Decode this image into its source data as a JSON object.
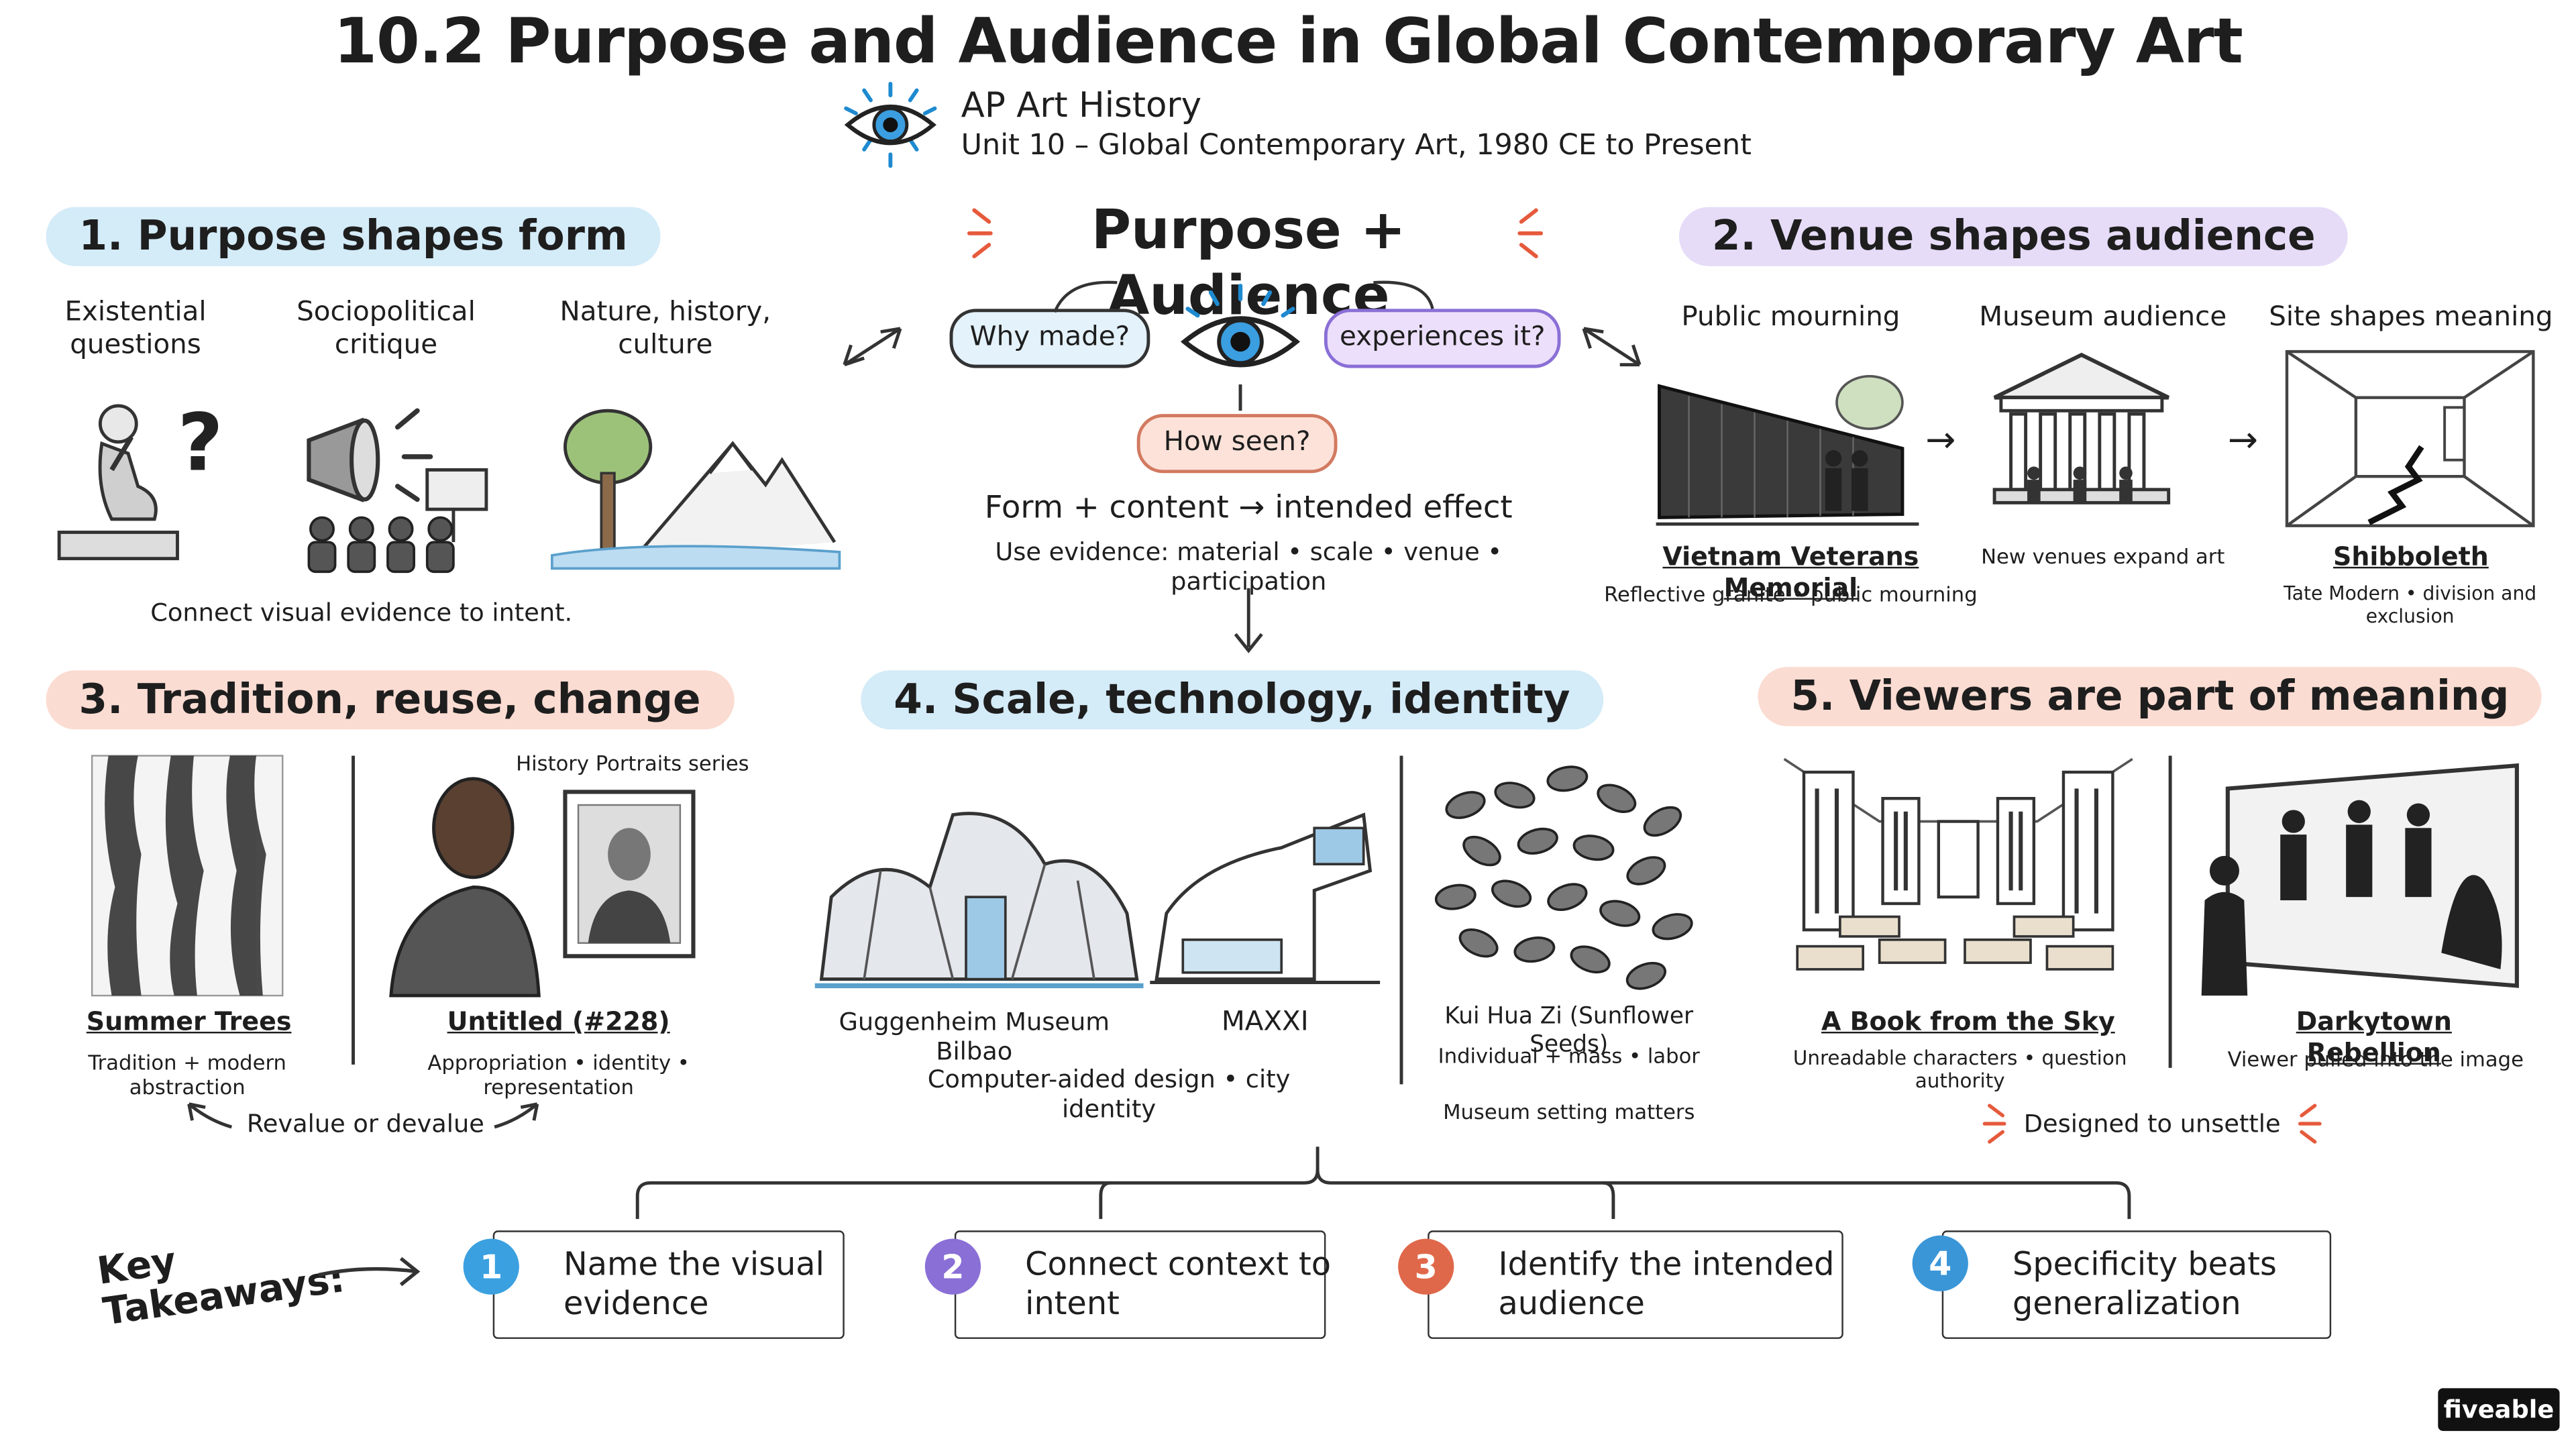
{
  "header": {
    "title": "10.2 Purpose and Audience in Global Contemporary Art",
    "course": "AP Art History",
    "unit": "Unit 10 – Global Contemporary Art, 1980 CE to Present"
  },
  "center": {
    "title": "Purpose + Audience",
    "why": "Why made?",
    "experiences": "experiences it?",
    "how": "How seen?",
    "formula": "Form + content → intended effect",
    "evidence": "Use evidence: material • scale • venue • participation"
  },
  "section1": {
    "heading": "1. Purpose shapes form",
    "items": [
      "Existential questions",
      "Sociopolitical critique",
      "Nature, history, culture"
    ],
    "note": "Connect visual evidence to intent."
  },
  "section2": {
    "heading": "2. Venue shapes audience",
    "labels": [
      "Public mourning",
      "Museum audience",
      "Site shapes meaning"
    ],
    "works": [
      {
        "title": "Vietnam Veterans Memorial",
        "note": "Reflective granite • public mourning"
      },
      {
        "title": "",
        "note": "New venues expand art"
      },
      {
        "title": "Shibboleth",
        "note": "Tate Modern • division and exclusion"
      }
    ]
  },
  "section3": {
    "heading": "3. Tradition, reuse, change",
    "series_label": "History Portraits series",
    "works": [
      {
        "title": "Summer Trees",
        "note": "Tradition + modern abstraction"
      },
      {
        "title": "Untitled (#228)",
        "note": "Appropriation • identity • representation"
      }
    ],
    "note": "Revalue or devalue"
  },
  "section4": {
    "heading": "4. Scale, technology, identity",
    "works": [
      {
        "title": "Guggenheim Museum Bilbao"
      },
      {
        "title": "MAXXI"
      },
      {
        "title": "Kui Hua Zi (Sunflower Seeds)",
        "note": "Individual + mass • labor"
      }
    ],
    "note": "Computer-aided design • city identity",
    "note2": "Museum setting matters"
  },
  "section5": {
    "heading": "5. Viewers are part of meaning",
    "works": [
      {
        "title": "A Book from the Sky",
        "note": "Unreadable characters • question authority"
      },
      {
        "title": "Darkytown Rebellion",
        "note": "Viewer pulled into the image"
      }
    ],
    "note": "Designed to unsettle"
  },
  "takeaways": {
    "label": "Key Takeaways:",
    "items": [
      {
        "num": "1",
        "text": "Name the visual evidence",
        "color": "#3aa0e0"
      },
      {
        "num": "2",
        "text": "Connect context to intent",
        "color": "#8a6fd6"
      },
      {
        "num": "3",
        "text": "Identify the intended audience",
        "color": "#e0684a"
      },
      {
        "num": "4",
        "text": "Specificity beats generalization",
        "color": "#3b96d8"
      }
    ]
  },
  "logo": "fiveable",
  "colors": {
    "blue": "#d4ebf8",
    "purple": "#e6dcf8",
    "peach": "#fbdcd2",
    "eye": "#1e8ad0"
  },
  "icons": [
    "eye-icon",
    "thinker-icon",
    "megaphone-icon",
    "tree-mountain-icon",
    "memorial-wall-icon",
    "museum-icon",
    "crack-room-icon",
    "ink-trees-icon",
    "portrait-icon",
    "bilbao-icon",
    "maxxi-icon",
    "seeds-icon",
    "book-room-icon",
    "silhouette-icon"
  ]
}
